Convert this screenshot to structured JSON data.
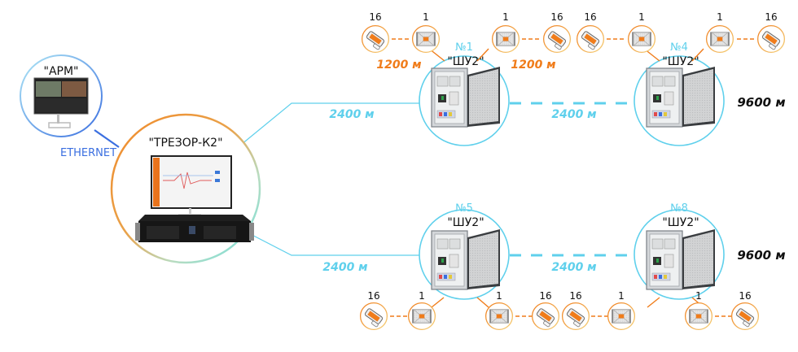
{
  "colors": {
    "orange": "#f07c1a",
    "cyan": "#5fd0ec",
    "blue": "#3b6fe0",
    "yellow": "#f5d27a",
    "text": "#111111"
  },
  "workstation": {
    "label": "\"АРМ\""
  },
  "connection": {
    "label": "ETHERNET"
  },
  "server": {
    "label": "\"ТРЕЗОР-К2\""
  },
  "branches": [
    {
      "trunk_distance": "2400 м",
      "chain_distance": "2400 м",
      "total_distance": "9600 м",
      "cabinets": [
        {
          "number": "№1",
          "name": "\"ШУ2\""
        },
        {
          "number": "№4",
          "name": "\"ШУ2\""
        }
      ],
      "sensor_groups": [
        {
          "far": "16",
          "near": "1",
          "distance": "1200 м"
        },
        {
          "far": "16",
          "near": "1",
          "distance": "1200 м"
        },
        {
          "far": "16",
          "near": "1"
        },
        {
          "far": "16",
          "near": "1"
        }
      ]
    },
    {
      "trunk_distance": "2400 м",
      "chain_distance": "2400 м",
      "total_distance": "9600 м",
      "cabinets": [
        {
          "number": "№5",
          "name": "\"ШУ2\""
        },
        {
          "number": "№8",
          "name": "\"ШУ2\""
        }
      ],
      "sensor_groups": [
        {
          "far": "16",
          "near": "1"
        },
        {
          "far": "16",
          "near": "1"
        },
        {
          "far": "16",
          "near": "1"
        },
        {
          "far": "16",
          "near": "1"
        }
      ]
    }
  ],
  "icons": {
    "sensor_detector": "detector-icon",
    "sensor_node": "sensor-node-icon",
    "cabinet": "cabinet-icon",
    "server": "server-icon",
    "monitor": "monitor-icon"
  }
}
